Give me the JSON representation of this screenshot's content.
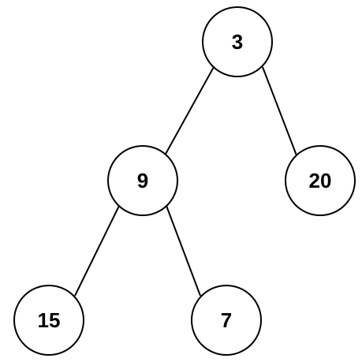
{
  "tree": {
    "nodes": [
      {
        "id": "n3",
        "label": "3"
      },
      {
        "id": "n9",
        "label": "9"
      },
      {
        "id": "n20",
        "label": "20"
      },
      {
        "id": "n15",
        "label": "15"
      },
      {
        "id": "n7",
        "label": "7"
      }
    ],
    "edges": [
      {
        "from": "n3",
        "to": "n9"
      },
      {
        "from": "n3",
        "to": "n20"
      },
      {
        "from": "n9",
        "to": "n15"
      },
      {
        "from": "n9",
        "to": "n7"
      }
    ]
  }
}
